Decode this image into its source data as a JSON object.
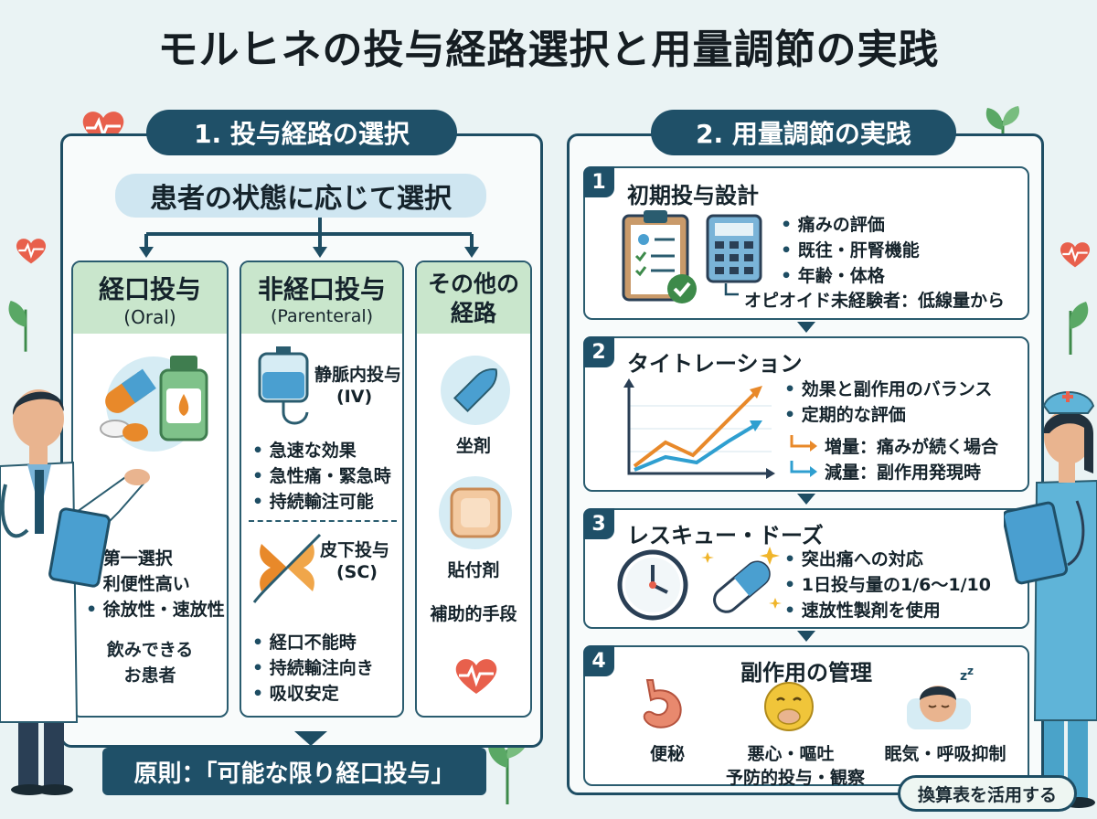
{
  "title": "モルヒネの投与経路選択と用量調節の実践",
  "left": {
    "section_label": "1. 投与経路の選択",
    "selector": "患者の状態に応じて選択",
    "oral": {
      "title": "経口投与",
      "subtitle": "(Oral)",
      "bullets": [
        "第一選択",
        "利便性高い",
        "徐放性・速放性"
      ],
      "note_line1": "飲みできる",
      "note_line2": "お患者"
    },
    "parenteral": {
      "title": "非経口投与",
      "subtitle": "(Parenteral)",
      "iv_label": "静脈内投与",
      "iv_abbr": "(IV)",
      "iv_bullets": [
        "急速な効果",
        "急性痛・緊急時",
        "持続輸注可能"
      ],
      "sc_label": "皮下投与",
      "sc_abbr": "(SC)",
      "sc_bullets": [
        "経口不能時",
        "持続輸注向き",
        "吸収安定"
      ]
    },
    "other": {
      "title_line1": "その他の",
      "title_line2": "経路",
      "suppository": "坐剤",
      "patch": "貼付剤",
      "aux": "補助的手段"
    },
    "principle": "原則：「可能な限り経口投与」"
  },
  "right": {
    "section_label": "2. 用量調節の実践",
    "step1": {
      "num": "1",
      "title": "初期投与設計",
      "bullets": [
        "痛みの評価",
        "既往・肝腎機能",
        "年齢・体格"
      ],
      "note": "オピオイド未経験者：低線量から"
    },
    "step2": {
      "num": "2",
      "title": "タイトレーション",
      "bullets": [
        "効果と副作用のバランス",
        "定期的な評価"
      ],
      "increase": "増量：痛みが続く場合",
      "decrease": "減量：副作用発現時"
    },
    "step3": {
      "num": "3",
      "title": "レスキュー・ドーズ",
      "bullets": [
        "突出痛への対応",
        "1日投与量の1/6〜1/10",
        "速放性製剤を使用"
      ]
    },
    "step4": {
      "num": "4",
      "title": "副作用の管理",
      "constipation": "便秘",
      "nausea": "悪心・嘔吐",
      "drowsiness": "眠気・呼吸抑制",
      "prevention": "予防的投与・観察"
    },
    "conversion": "換算表を活用する"
  },
  "colors": {
    "navy": "#1f5068",
    "green_head": "#c9e6cc",
    "light_blue": "#cfe6f1",
    "heart": "#e8604c",
    "orange_arrow": "#e8892a",
    "blue_arrow": "#2f9fd0"
  },
  "icons": [
    "heart-pulse-icon",
    "leaf-icon",
    "pill-icon",
    "medicine-bottle-icon",
    "iv-bag-icon",
    "butterfly-needle-icon",
    "suppository-icon",
    "patch-icon",
    "clipboard-icon",
    "calculator-icon",
    "trend-chart-icon",
    "clock-icon",
    "capsule-icon",
    "stomach-icon",
    "nausea-face-icon",
    "sleeping-face-icon",
    "doctor-illustration",
    "nurse-illustration"
  ]
}
